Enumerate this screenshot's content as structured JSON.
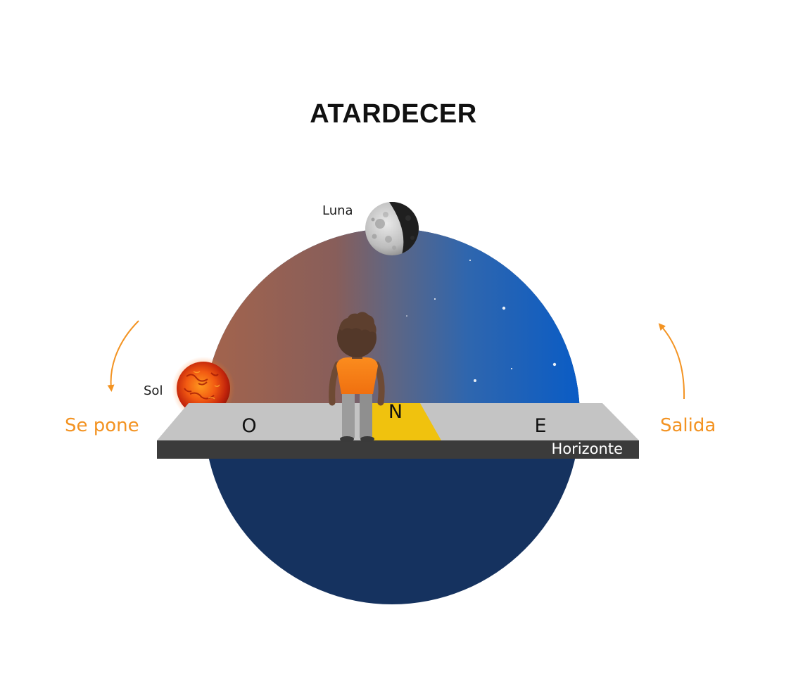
{
  "title": "ATARDECER",
  "labels": {
    "moon": "Luna",
    "sun": "Sol",
    "sets": "Se pone",
    "rises": "Salida",
    "horizon": "Horizonte"
  },
  "cardinals": {
    "west": "O",
    "north": "N",
    "east": "E"
  },
  "colors": {
    "accent": "#f39322",
    "sky_warm": "#a4644c",
    "sky_cool": "#0c5ec4",
    "underground": "#15325f",
    "platform_top": "#c4c4c4",
    "platform_edge": "#3b3b3b",
    "north_marker": "#f0c20e"
  },
  "icons": {
    "sun": "sun-icon",
    "moon": "moon-icon",
    "observer": "person-icon",
    "sets_arrow": "curved-arrow-down-icon",
    "rises_arrow": "curved-arrow-up-icon"
  }
}
